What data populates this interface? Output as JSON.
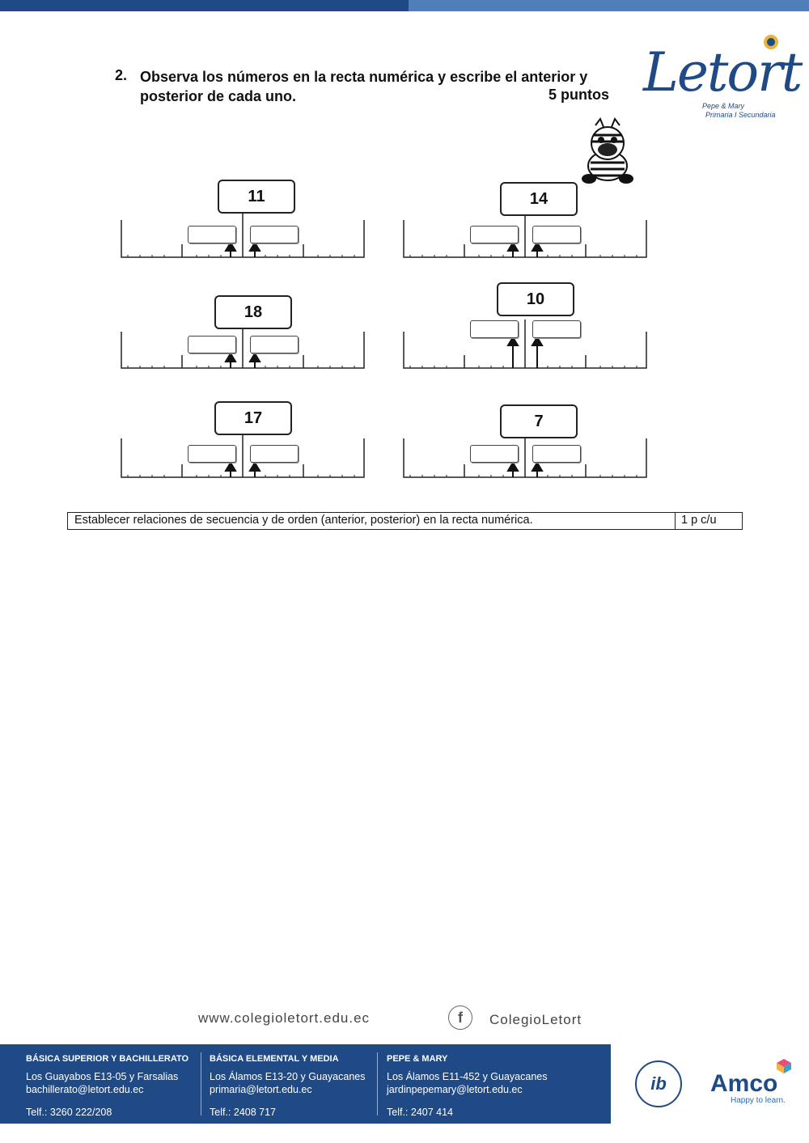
{
  "header": {
    "bar_colors": [
      "#1f4a86",
      "#4f7fb9"
    ]
  },
  "question": {
    "number": "2.",
    "text": "Observa los números en la recta numérica y escribe el anterior y posterior de cada uno.",
    "points": "5 puntos"
  },
  "logo": {
    "name": "Letort",
    "line1": "Pepe & Mary",
    "line2": "Primaria I Secundaria"
  },
  "exercises": [
    {
      "value": "11"
    },
    {
      "value": "14"
    },
    {
      "value": "18"
    },
    {
      "value": "10"
    },
    {
      "value": "17"
    },
    {
      "value": "7"
    }
  ],
  "criteria": {
    "text": "Establecer relaciones de secuencia y de orden (anterior, posterior) en la recta numérica.",
    "points": "1 p c/u"
  },
  "contact": {
    "website": "www.colegioletort.edu.ec",
    "facebook_icon": "f",
    "facebook": "ColegioLetort"
  },
  "footer": {
    "columns": [
      {
        "title": "BÁSICA SUPERIOR Y BACHILLERATO",
        "address": "Los Guayabos E13-05 y Farsalias",
        "email": "bachillerato@letort.edu.ec",
        "phone": "Telf.: 3260 222/208"
      },
      {
        "title": "BÁSICA ELEMENTAL Y MEDIA",
        "address": "Los Álamos E13-20 y Guayacanes",
        "email": "primaria@letort.edu.ec",
        "phone": "Telf.: 2408 717"
      },
      {
        "title": "PEPE & MARY",
        "address": "Los Álamos E11-452 y Guayacanes",
        "email": "jardinpepemary@letort.edu.ec",
        "phone": "Telf.: 2407 414"
      }
    ],
    "ib_logo": "ib",
    "amco": "Amco",
    "amco_tagline": "Happy to learn."
  }
}
